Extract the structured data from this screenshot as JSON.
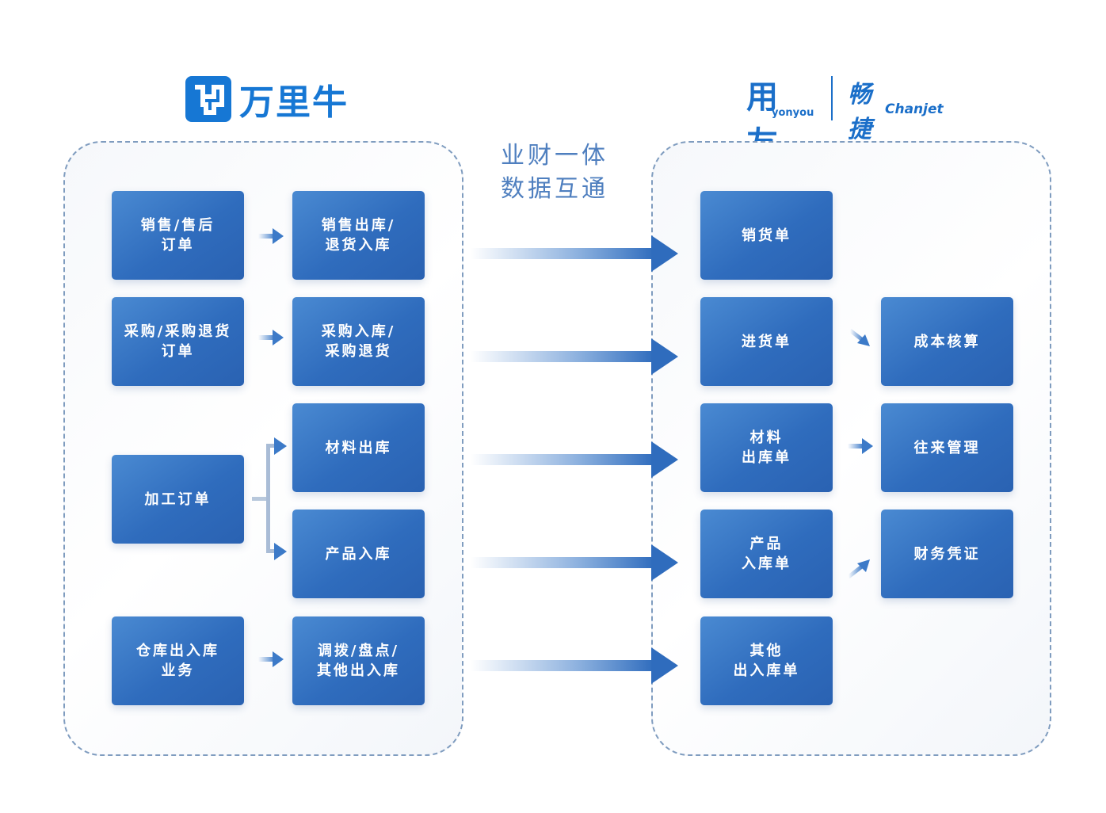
{
  "left_system": {
    "logo_name": "万里牛",
    "steps": [
      {
        "source": "销售/售后\n订单",
        "target": "销售出库/\n退货入库"
      },
      {
        "source": "采购/采购退货\n订单",
        "target": "采购入库/\n采购退货"
      },
      {
        "source": "加工订单",
        "targets": [
          "材料出库",
          "产品入库"
        ]
      },
      {
        "source": "仓库出入库\n业务",
        "target": "调拨/盘点/\n其他出入库"
      }
    ]
  },
  "center": {
    "title_line1": "业财一体",
    "title_line2": "数据互通"
  },
  "right_system": {
    "brand_cn": "用友",
    "brand_en": "yonyou",
    "product_cn": "畅捷通",
    "product_en": "Chanjet",
    "documents": [
      "销货单",
      "进货单",
      "材料\n出库单",
      "产品\n入库单",
      "其他\n出入库单"
    ],
    "outcomes": [
      "成本核算",
      "往来管理",
      "财务凭证"
    ]
  },
  "colors": {
    "box_blue": "#2f6cbd",
    "logo_blue": "#1677d4",
    "panel_border": "#7f9cbf",
    "title_blue": "#4f7fbf"
  }
}
